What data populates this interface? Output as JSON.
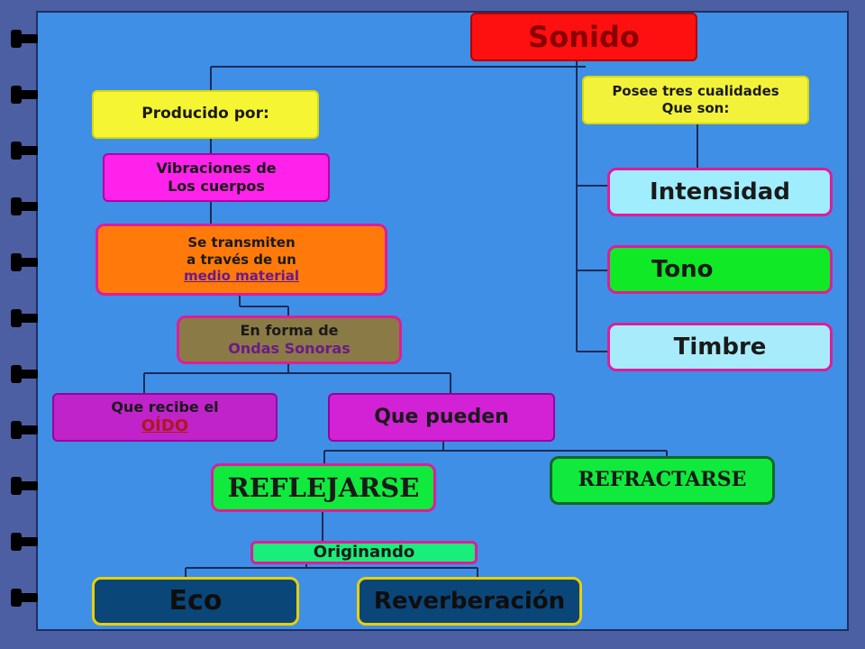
{
  "colors": {
    "page_bg": "#3f8fe6",
    "frame": "#4d5fa3",
    "line": "#1d2a55"
  },
  "nodes": {
    "sonido": {
      "label": "Sonido",
      "color": "#ff1010"
    },
    "producido": {
      "label": "Producido por:",
      "color": "#f5f534"
    },
    "posee": {
      "line1": "Posee tres cualidades",
      "line2": "Que son:",
      "color": "#f2f23a"
    },
    "vibraciones": {
      "line1": "Vibraciones de",
      "line2": "Los cuerpos",
      "color": "#ff22ea"
    },
    "transmiten": {
      "line1": "Se transmiten",
      "line2": "a través de un",
      "line3": "medio material",
      "color": "#ff7a0a"
    },
    "forma": {
      "line1": "En forma de",
      "line2": "Ondas Sonoras",
      "color": "#8a7a45"
    },
    "recibe": {
      "line1": "Que recibe el",
      "line2": "OÍDO",
      "color": "#c023c9"
    },
    "pueden": {
      "label": "Que pueden",
      "color": "#d322d6"
    },
    "intensidad": {
      "label": "Intensidad",
      "color": "#9fedfd"
    },
    "tono": {
      "label": "Tono",
      "color": "#10ea26"
    },
    "timbre": {
      "label": "Timbre",
      "color": "#a8ecfc"
    },
    "reflejarse": {
      "label": "REFLEJARSE",
      "color": "#10ea3c"
    },
    "refractarse": {
      "label": "REFRACTARSE",
      "color": "#10ea3c"
    },
    "originando": {
      "label": "Originando",
      "color": "#18ee7a"
    },
    "eco": {
      "label": "Eco",
      "color": "#0b4678"
    },
    "reverberacion": {
      "label": "Reverberación",
      "color": "#0b4678"
    }
  }
}
